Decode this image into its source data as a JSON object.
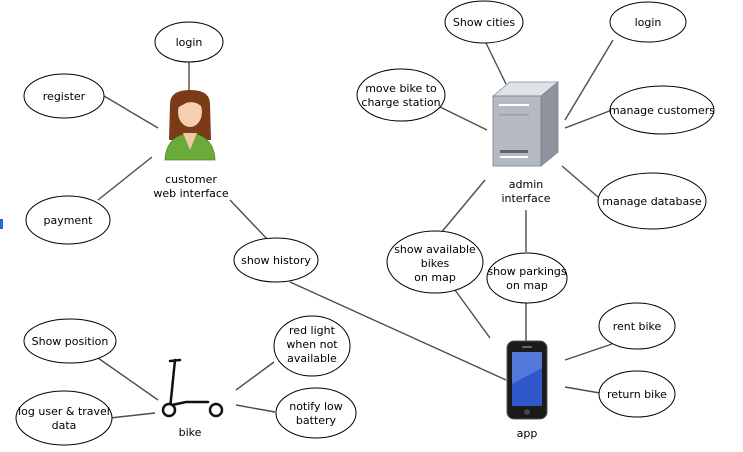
{
  "nodes": {
    "login_customer": "login",
    "register": "register",
    "payment": "payment",
    "customer": [
      "customer",
      "web interface"
    ],
    "show_history": "show history",
    "show_cities": "Show cities",
    "login_admin": "login",
    "move_bike": [
      "move bike to",
      "charge station"
    ],
    "manage_customers": "manage customers",
    "manage_database": "manage database",
    "admin": [
      "admin",
      "interface"
    ],
    "show_available": [
      "show available",
      "bikes",
      "on map"
    ],
    "show_parkings": [
      "show parkings",
      "on map"
    ],
    "app": "app",
    "rent_bike": "rent bike",
    "return_bike": "return bike",
    "show_position": "Show position",
    "log_user": [
      "log user & travel",
      "data"
    ],
    "bike": "bike",
    "red_light": [
      "red light",
      "when not",
      "available"
    ],
    "notify_battery": [
      "notify low",
      "battery"
    ]
  },
  "icons": {
    "customer": "person-icon",
    "admin": "server-icon",
    "app": "smartphone-icon",
    "bike": "kick-scooter-icon"
  },
  "colors": {
    "person_shirt": "#6aab3a",
    "person_hair": "#7a3b16",
    "server_body": "#b4b9c2",
    "phone_screen": "#2f57c9",
    "accent_mark": "#1b6fd6"
  }
}
